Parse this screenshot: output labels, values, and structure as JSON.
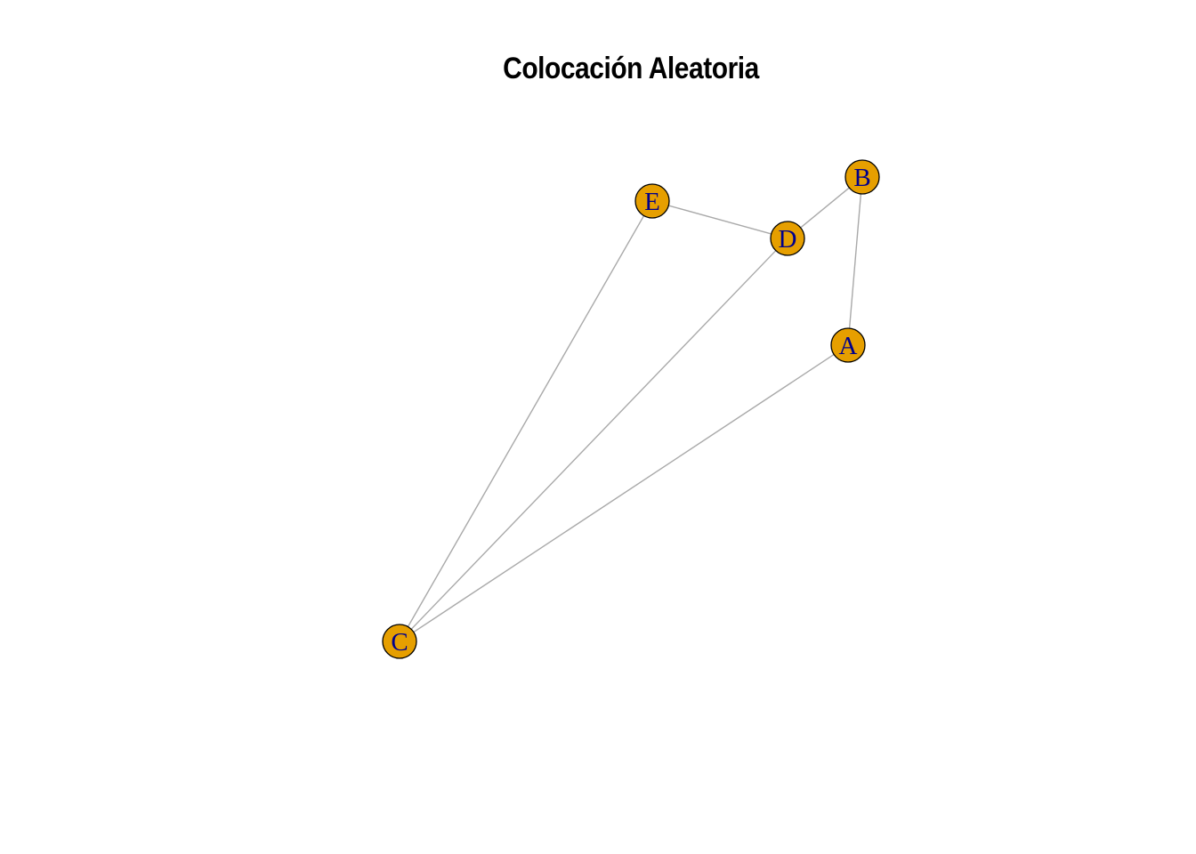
{
  "title": "Colocación Aleatoria",
  "colors": {
    "node_fill": "#E69F00",
    "node_label": "#00008B",
    "edge": "#A9A9A9"
  },
  "nodes": [
    {
      "id": "A",
      "label": "A"
    },
    {
      "id": "B",
      "label": "B"
    },
    {
      "id": "C",
      "label": "C"
    },
    {
      "id": "D",
      "label": "D"
    },
    {
      "id": "E",
      "label": "E"
    }
  ],
  "edges": [
    {
      "source": "E",
      "target": "D"
    },
    {
      "source": "D",
      "target": "B"
    },
    {
      "source": "B",
      "target": "A"
    },
    {
      "source": "E",
      "target": "C"
    },
    {
      "source": "D",
      "target": "C"
    },
    {
      "source": "A",
      "target": "C"
    }
  ]
}
